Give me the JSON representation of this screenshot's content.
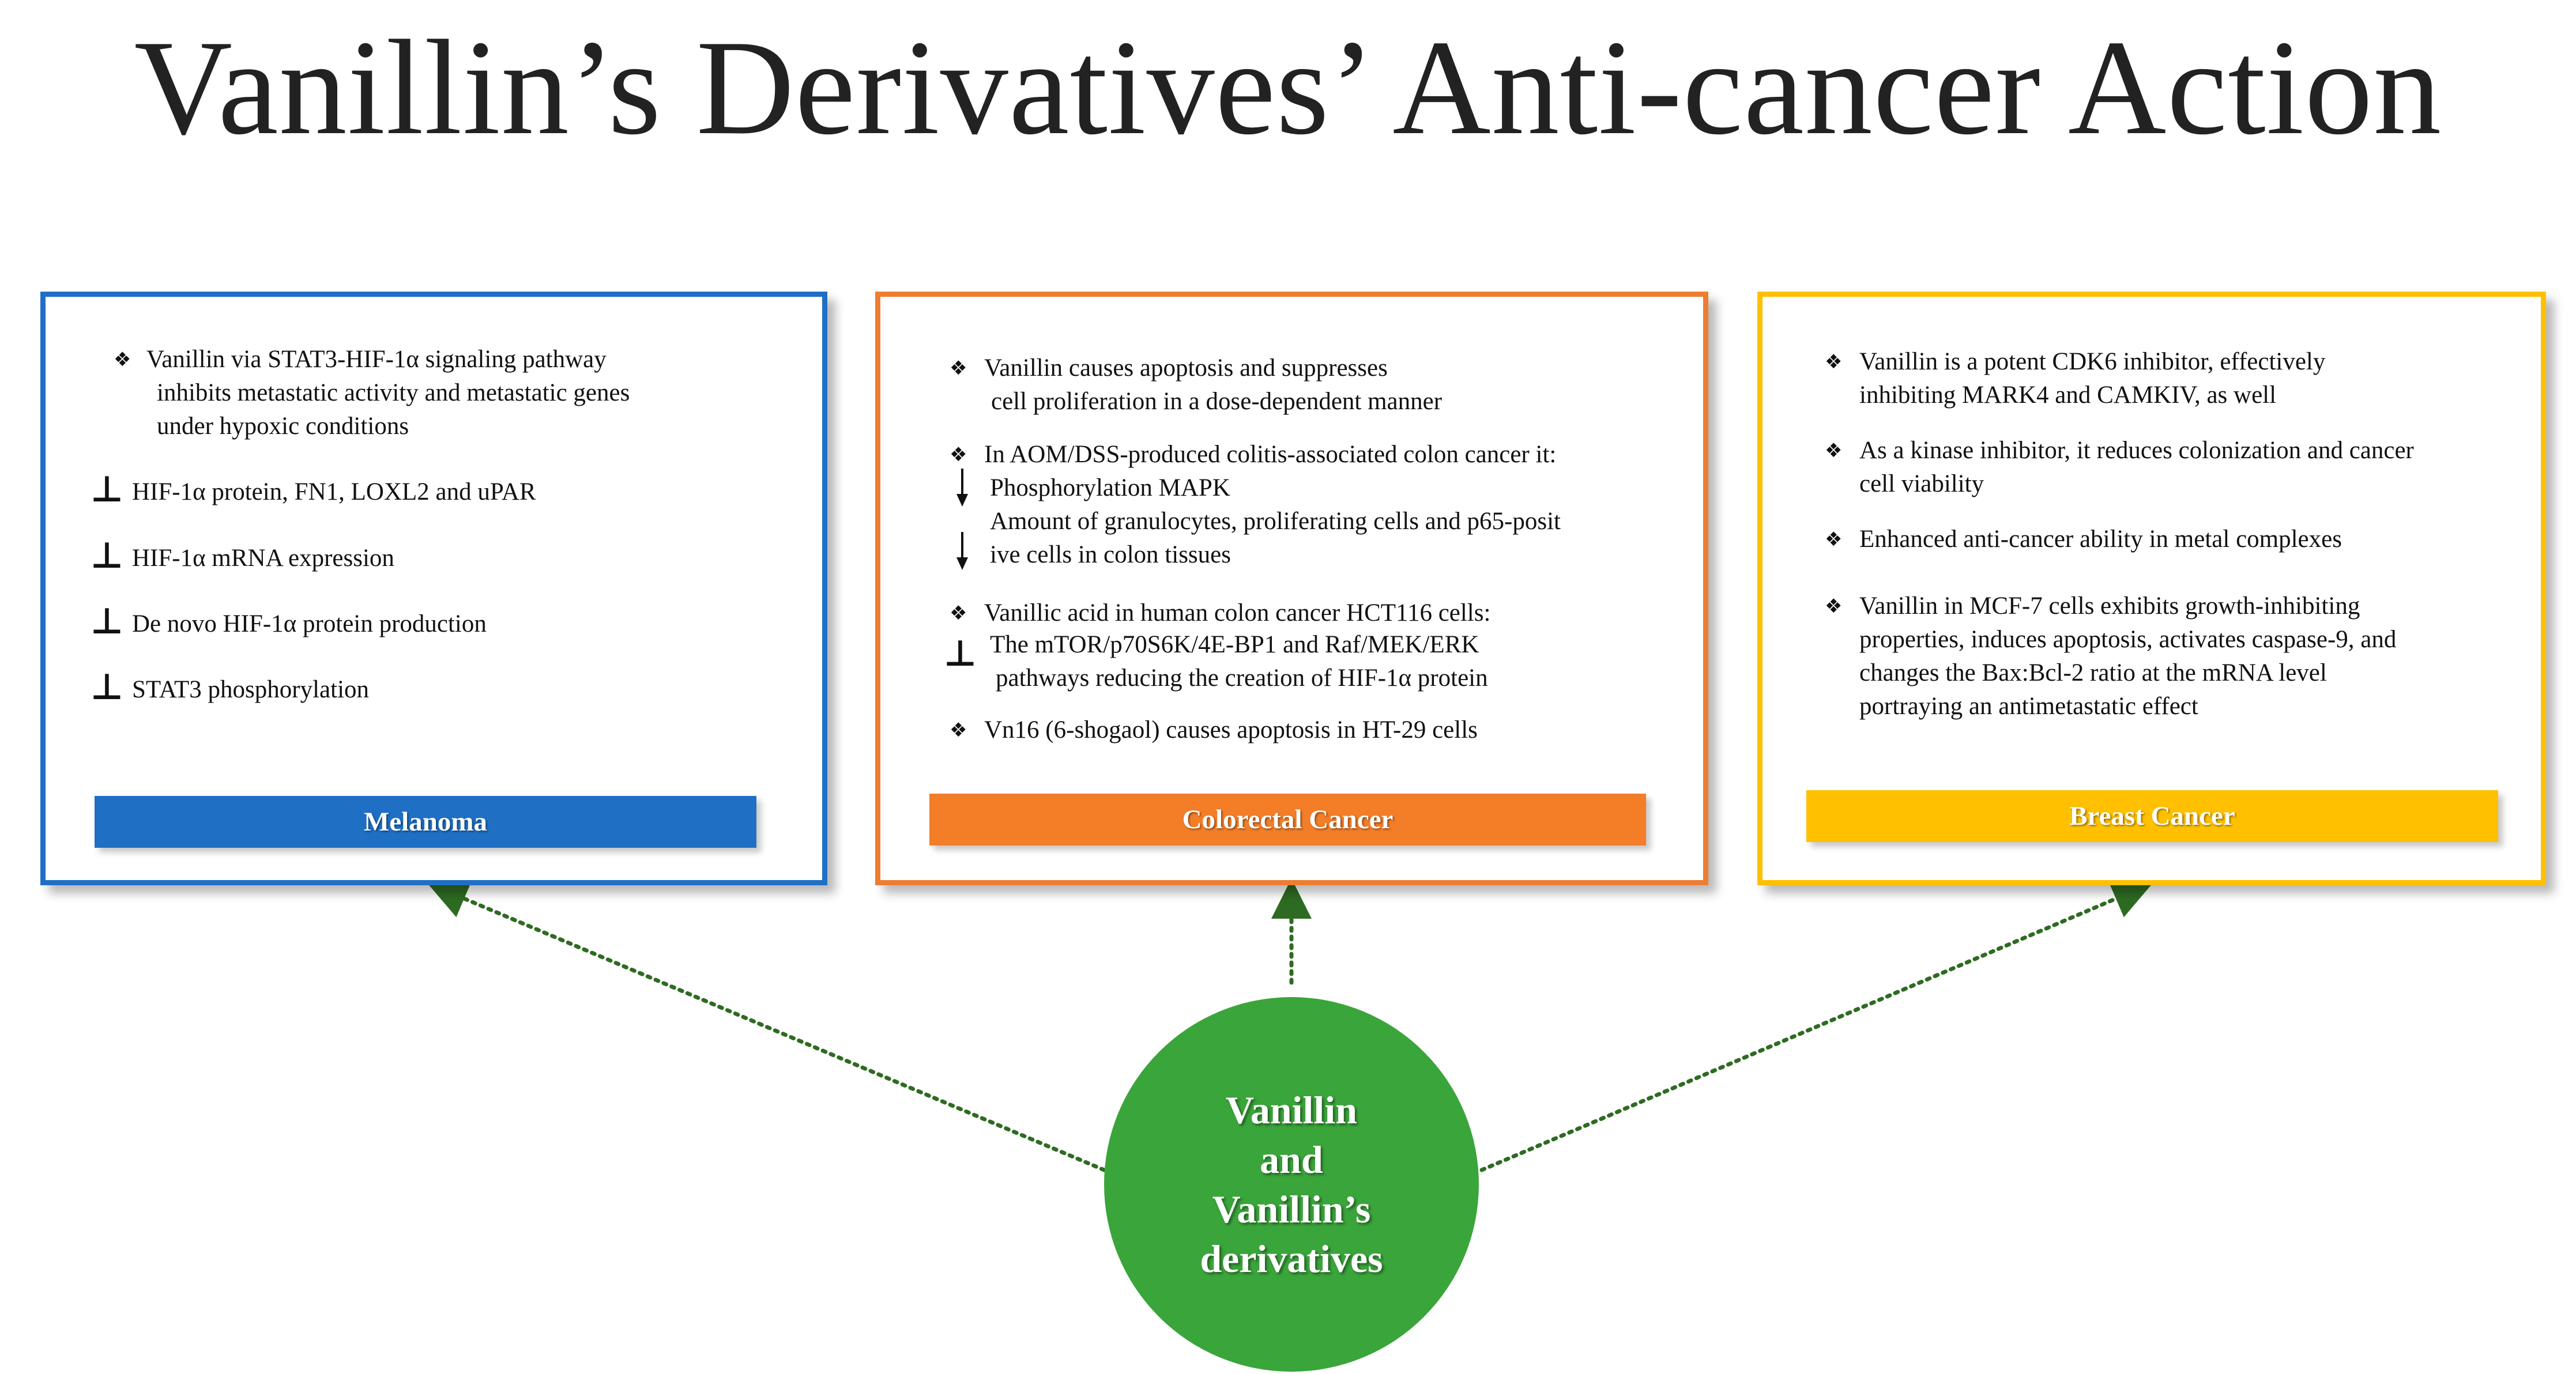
{
  "title": "Vanillin’s Derivatives’ Anti-cancer Action",
  "hub": {
    "lines": [
      "Vanillin",
      "and",
      "Vanillin’s",
      "derivatives"
    ],
    "color": "#3AA53A"
  },
  "colors": {
    "melanoma": "#1F6FC5",
    "colorectal": "#ED7D31",
    "breast": "#FFC000",
    "connector": "#2E6B22"
  },
  "panels": {
    "melanoma": {
      "label": "Melanoma",
      "bullet": {
        "lines": [
          "Vanillin via STAT3-HIF-1α signaling pathway",
          "inhibits metastatic activity and metastatic genes",
          "under hypoxic conditions"
        ]
      },
      "inhibits": [
        "HIF-1α protein, FN1, LOXL2 and uPAR",
        "HIF-1α mRNA expression",
        "De novo HIF-1α protein production",
        "STAT3 phosphorylation"
      ]
    },
    "colorectal": {
      "label": "Colorectal Cancer",
      "items": [
        {
          "lines": [
            "Vanillin causes apoptosis and suppresses",
            "cell proliferation in a dose-dependent manner"
          ]
        },
        {
          "lines": [
            "In AOM/DSS-produced colitis-associated colon cancer it:"
          ]
        },
        {
          "lines": [
            "Phosphorylation MAPK",
            "Amount of granulocytes, proliferating cells and p65-posit",
            "ive cells in colon tissues"
          ]
        },
        {
          "lines": [
            "Vanillic acid in human colon cancer HCT116 cells:"
          ]
        },
        {
          "lines": [
            "The mTOR/p70S6K/4E-BP1 and Raf/MEK/ERK",
            "pathways reducing the creation of HIF-1α protein"
          ]
        },
        {
          "lines": [
            "Vn16 (6-shogaol) causes apoptosis in HT-29 cells"
          ]
        }
      ]
    },
    "breast": {
      "label": "Breast Cancer",
      "items": [
        {
          "lines": [
            "Vanillin is a potent CDK6 inhibitor, effectively",
            "inhibiting MARK4 and CAMKIV, as well"
          ]
        },
        {
          "lines": [
            "As a kinase inhibitor, it reduces colonization and cancer",
            "cell viability"
          ]
        },
        {
          "lines": [
            "Enhanced anti-cancer ability in metal complexes"
          ]
        },
        {
          "lines": [
            "Vanillin in MCF-7 cells exhibits growth-inhibiting",
            "properties, induces apoptosis, activates caspase-9, and",
            "changes the Bax:Bcl-2 ratio at the mRNA level",
            "portraying an antimetastatic effect"
          ]
        }
      ]
    }
  }
}
